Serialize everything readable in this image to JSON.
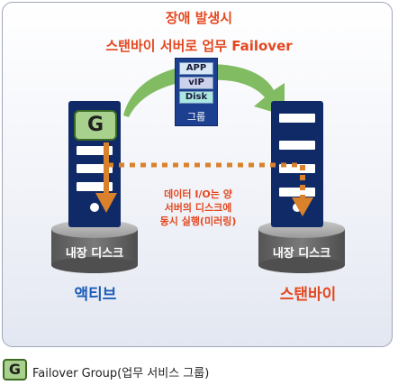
{
  "title": {
    "line1": "장애 발생시",
    "line2": "스탠바이 서버로 업무 Failover"
  },
  "failover_group": {
    "items": [
      "APP",
      "vIP",
      "Disk"
    ],
    "label": "그룹"
  },
  "active_node": {
    "badge": "G",
    "disk_label": "내장 디스크",
    "role": "액티브"
  },
  "standby_node": {
    "disk_label": "내장 디스크",
    "role": "스탠바이"
  },
  "replication_note": {
    "lines": [
      "데이터 I/O는 양",
      "서버의 디스크에",
      "동시 실행(미러링)"
    ]
  },
  "legend": {
    "badge": "G",
    "text": "Failover Group(업무 서비스 그룹)"
  },
  "colors": {
    "title": "#e4471f",
    "server": "#0f2a66",
    "arrow_green": "#7ab85a",
    "arrow_orange": "#d9822b",
    "disk": "#737373",
    "active_role": "#1d5db8",
    "standby_role": "#e4471f"
  }
}
